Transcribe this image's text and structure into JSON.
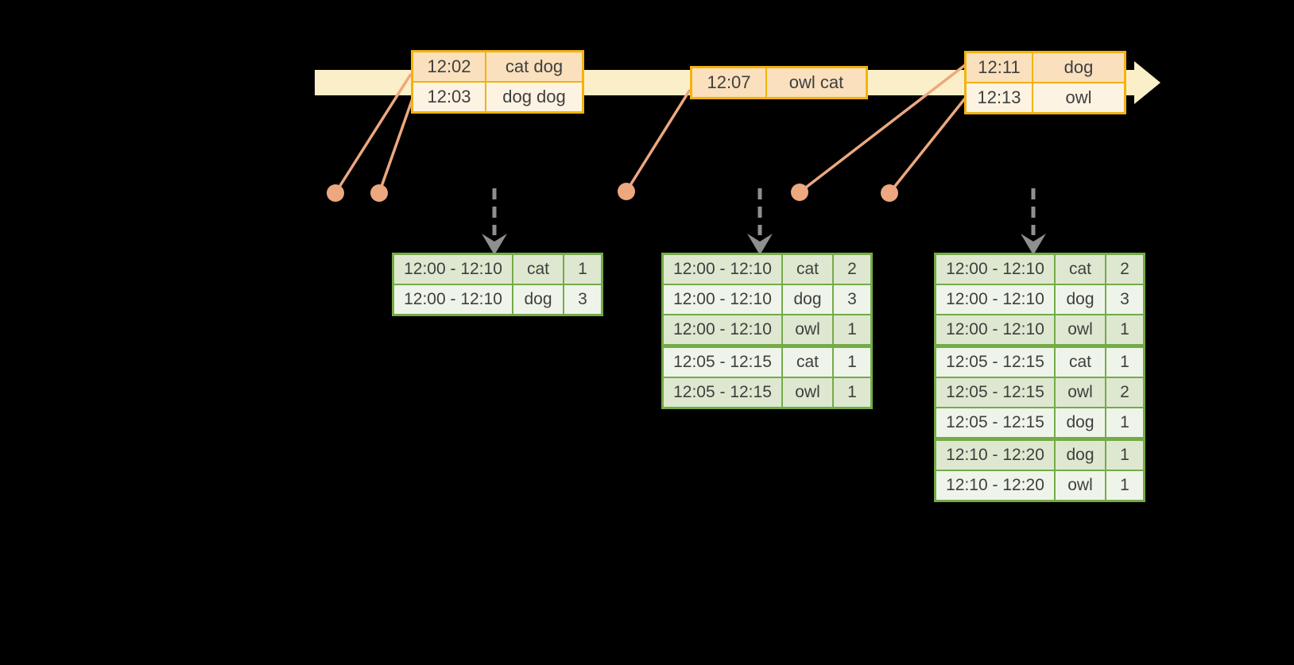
{
  "timeline": {
    "event_batches": [
      {
        "rows": [
          {
            "time": "12:02",
            "words": "cat dog"
          },
          {
            "time": "12:03",
            "words": "dog dog"
          }
        ]
      },
      {
        "rows": [
          {
            "time": "12:07",
            "words": "owl cat"
          }
        ]
      },
      {
        "rows": [
          {
            "time": "12:11",
            "words": "dog"
          },
          {
            "time": "12:13",
            "words": "owl"
          }
        ]
      }
    ]
  },
  "result_tables": [
    {
      "rows": [
        {
          "window": "12:00 - 12:10",
          "word": "cat",
          "count": "1"
        },
        {
          "window": "12:00 - 12:10",
          "word": "dog",
          "count": "3"
        }
      ]
    },
    {
      "rows": [
        {
          "window": "12:00 - 12:10",
          "word": "cat",
          "count": "2"
        },
        {
          "window": "12:00 - 12:10",
          "word": "dog",
          "count": "3"
        },
        {
          "window": "12:00 - 12:10",
          "word": "owl",
          "count": "1"
        },
        {
          "window": "12:05 - 12:15",
          "word": "cat",
          "count": "1"
        },
        {
          "window": "12:05 - 12:15",
          "word": "owl",
          "count": "1"
        }
      ]
    },
    {
      "rows": [
        {
          "window": "12:00 - 12:10",
          "word": "cat",
          "count": "2"
        },
        {
          "window": "12:00 - 12:10",
          "word": "dog",
          "count": "3"
        },
        {
          "window": "12:00 - 12:10",
          "word": "owl",
          "count": "1"
        },
        {
          "window": "12:05 - 12:15",
          "word": "cat",
          "count": "1"
        },
        {
          "window": "12:05 - 12:15",
          "word": "owl",
          "count": "2"
        },
        {
          "window": "12:05 - 12:15",
          "word": "dog",
          "count": "1"
        },
        {
          "window": "12:10 - 12:20",
          "word": "dog",
          "count": "1"
        },
        {
          "window": "12:10 - 12:20",
          "word": "owl",
          "count": "1"
        }
      ]
    }
  ],
  "icons": {
    "timeline_arrowhead": "right-pointing-triangle",
    "trigger_arrow": "dashed-down-arrow",
    "event_dot": "filled-circle"
  },
  "colors": {
    "background": "#000000",
    "timeline_fill": "#FBEFC9",
    "event_border": "#F2B30D",
    "event_row_dark": "#FAE0BD",
    "event_row_light": "#FDF3E3",
    "event_row_single": "#FBE8CE",
    "connector": "#EDA87F",
    "trigger_arrow": "#8F8F8F",
    "result_border": "#74AB48",
    "result_row_dark": "#DEE8D0",
    "result_row_light": "#EFF4EA",
    "text": "#3F3F3F"
  }
}
